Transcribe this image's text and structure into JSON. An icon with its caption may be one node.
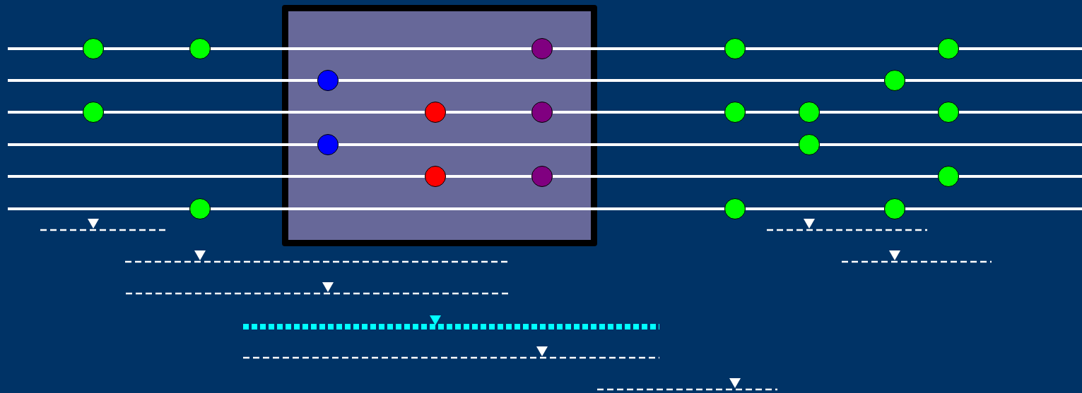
{
  "diagram": {
    "nodes": [
      {
        "text": [],
        "shape": "box"
      },
      {
        "text": [],
        "shape": "circle"
      },
      {
        "text": [],
        "shape": "circle"
      },
      {
        "text": [],
        "shape": "circle",
        "in": 0
      },
      {
        "text": [],
        "shape": "circle"
      },
      {
        "text": [],
        "shape": "circle"
      },
      {
        "text": [],
        "shape": "circle",
        "in": 0
      },
      {
        "text": [],
        "shape": "circle"
      },
      {
        "text": [],
        "shape": "circle"
      },
      {
        "text": [],
        "shape": "circle",
        "in": 0
      },
      {
        "text": [],
        "shape": "circle",
        "in": 0
      },
      {
        "text": [],
        "shape": "circle"
      },
      {
        "text": [],
        "shape": "circle"
      },
      {
        "text": [],
        "shape": "circle"
      },
      {
        "text": [],
        "shape": "circle",
        "in": 0
      },
      {
        "text": [],
        "shape": "circle"
      },
      {
        "text": [],
        "shape": "circle",
        "in": 0
      },
      {
        "text": [],
        "shape": "circle",
        "in": 0
      },
      {
        "text": [],
        "shape": "circle"
      },
      {
        "text": [],
        "shape": "circle"
      },
      {
        "text": [],
        "shape": "circle"
      },
      {
        "text": [],
        "shape": "circle"
      }
    ],
    "edges": [
      {
        "from": null,
        "to": 1,
        "arrow": "none"
      },
      {
        "from": 1,
        "to": 2,
        "arrow": "none"
      },
      {
        "from": 2,
        "to": 3,
        "arrow": "none"
      },
      {
        "from": 3,
        "to": 4,
        "arrow": "none"
      },
      {
        "from": 4,
        "to": 5,
        "arrow": "none"
      },
      {
        "from": 5,
        "to": null,
        "arrow": "none"
      },
      {
        "from": null,
        "to": 6,
        "arrow": "none"
      },
      {
        "from": 6,
        "to": 7,
        "arrow": "none"
      },
      {
        "from": 7,
        "to": null,
        "arrow": "none"
      },
      {
        "from": null,
        "to": 8,
        "arrow": "none"
      },
      {
        "from": 8,
        "to": 9,
        "arrow": "none"
      },
      {
        "from": 9,
        "to": 10,
        "arrow": "none"
      },
      {
        "from": 10,
        "to": 11,
        "arrow": "none"
      },
      {
        "from": 11,
        "to": 12,
        "arrow": "none"
      },
      {
        "from": 12,
        "to": 13,
        "arrow": "none"
      },
      {
        "from": 13,
        "to": null,
        "arrow": "none"
      },
      {
        "from": null,
        "to": 14,
        "arrow": "none"
      },
      {
        "from": 14,
        "to": 15,
        "arrow": "none"
      },
      {
        "from": 15,
        "to": null,
        "arrow": "none"
      },
      {
        "from": null,
        "to": 16,
        "arrow": "none"
      },
      {
        "from": 16,
        "to": 17,
        "arrow": "none"
      },
      {
        "from": 17,
        "to": 18,
        "arrow": "none"
      },
      {
        "from": 18,
        "to": null,
        "arrow": "none"
      },
      {
        "from": null,
        "to": 19,
        "arrow": "none"
      },
      {
        "from": 19,
        "to": 20,
        "arrow": "none"
      },
      {
        "from": 20,
        "to": 21,
        "arrow": "none"
      },
      {
        "from": 21,
        "to": null,
        "arrow": "none"
      }
    ]
  }
}
